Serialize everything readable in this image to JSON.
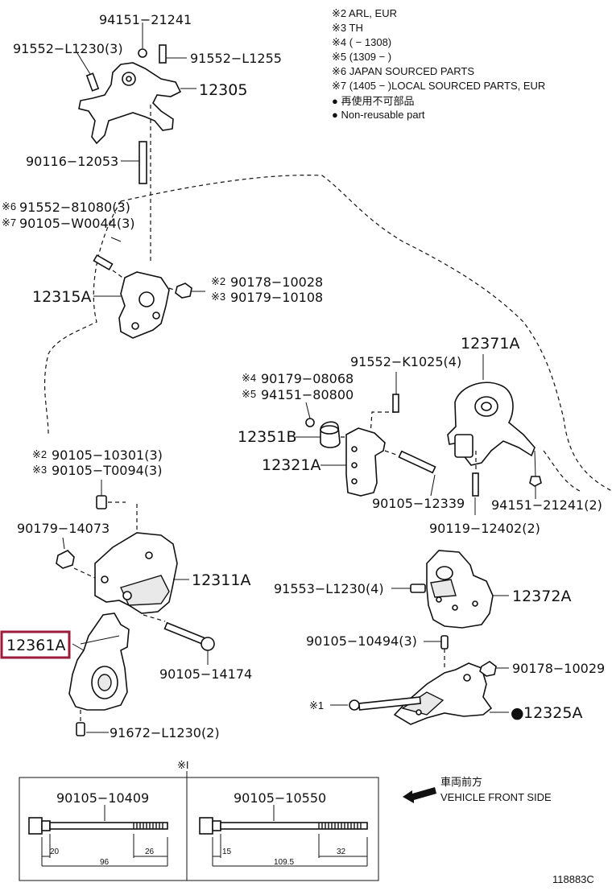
{
  "notes": [
    "※2 ARL, EUR",
    "※3 TH",
    "※4 (        − 1308)",
    "※5 (1309 −        )",
    "※6 JAPAN SOURCED PARTS",
    "※7 (1405 −        )LOCAL SOURCED PARTS, EUR",
    "● 再使用不可部品",
    "● Non-reusable part"
  ],
  "parts": {
    "p94151_21241_top": "94151−21241",
    "p91552_L1230": "91552−L1230(3)",
    "p91552_L1255": "91552−L1255",
    "p12305": "12305",
    "p90116_12053": "90116−12053",
    "p91552_81080": "91552−81080(3)",
    "p90105_W0044": "90105−W0044(3)",
    "p12315A": "12315A",
    "p90178_10028": "90178−10028",
    "p90179_10108": "90179−10108",
    "p12371A": "12371A",
    "p91552_K1025": "91552−K1025(4)",
    "p90179_08068": "90179−08068",
    "p94151_80800": "94151−80800",
    "p12351B": "12351B",
    "p12321A": "12321A",
    "p90105_12339": "90105−12339",
    "p94151_21241": "94151−21241(2)",
    "p90119_12402": "90119−12402(2)",
    "p90105_10301": "90105−10301(3)",
    "p90105_T0094": "90105−T0094(3)",
    "p90179_14073": "90179−14073",
    "p12311A": "12311A",
    "p12361A": "12361A",
    "p90105_14174": "90105−14174",
    "p91672_L1230": "91672−L1230(2)",
    "p91553_L1230": "91553−L1230(4)",
    "p12372A": "12372A",
    "p90105_10494": "90105−10494(3)",
    "p90178_10029": "90178−10029",
    "p12325A": "12325A",
    "p90105_10409": "90105−10409",
    "p90105_10550": "90105−10550"
  },
  "marks": {
    "m2a": "※2",
    "m3a": "※3",
    "m6": "※6",
    "m7": "※7",
    "m4": "※4",
    "m5": "※5",
    "m2b": "※2",
    "m3b": "※3",
    "m1a": "※1",
    "m1b": "※I",
    "dot": "●"
  },
  "direction": {
    "jp": "車両前方",
    "en": "VEHICLE FRONT SIDE"
  },
  "dimensions": {
    "b1_head": "20",
    "b1_thread": "26",
    "b1_length": "96",
    "b2_head": "15",
    "b2_thread": "32",
    "b2_length": "109.5"
  },
  "figure_id": "118883C",
  "highlight_color": "#9b1b3a"
}
